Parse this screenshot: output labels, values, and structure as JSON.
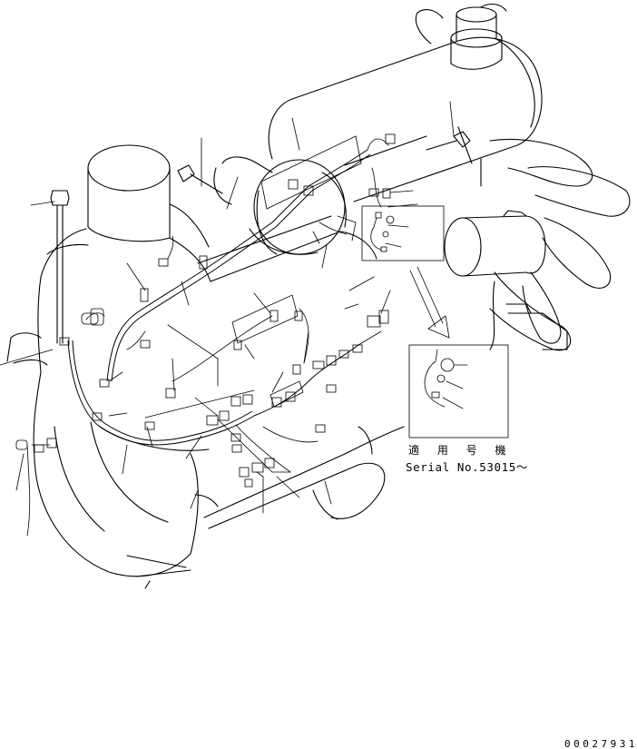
{
  "drawing": {
    "applicability_label": "適 用 号 機",
    "serial_label": "Serial No.53015～",
    "drawing_code": "00027931"
  }
}
